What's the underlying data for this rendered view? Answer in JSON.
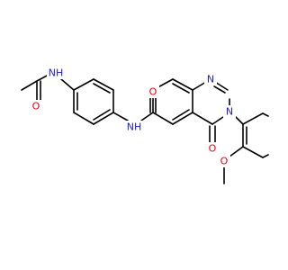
{
  "molecule": {
    "atoms": [
      {
        "id": "methyl",
        "label": ""
      },
      {
        "id": "c_acyl",
        "label": ""
      },
      {
        "id": "o_acyl",
        "label": "O",
        "color": "#e8000b"
      },
      {
        "id": "nh_acyl",
        "label": "NH",
        "color": "#1d1de6"
      },
      {
        "id": "nh_amide",
        "label": "NH",
        "color": "#1d1de6"
      },
      {
        "id": "o_amide",
        "label": "O",
        "color": "#e8000b"
      },
      {
        "id": "n1",
        "label": "N",
        "color": "#1d1de6"
      },
      {
        "id": "n3",
        "label": "N",
        "color": "#1d1de6"
      },
      {
        "id": "o_keto",
        "label": "O",
        "color": "#e8000b"
      },
      {
        "id": "o_ether",
        "label": "O",
        "color": "#e8000b"
      }
    ],
    "bond_color": "#000000"
  }
}
